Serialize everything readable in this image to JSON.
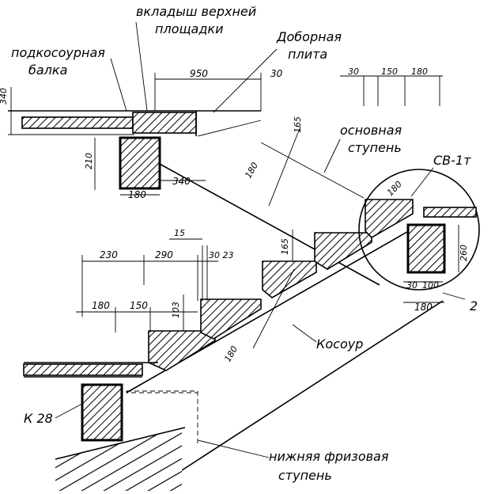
{
  "labels": {
    "top_inserts_line1": "вкладыш верхней",
    "top_inserts_line2": "площадки",
    "infill_slab_line1": "Доборная",
    "infill_slab_line2": "плита",
    "stringer_beam_line1": "подкосоурная",
    "stringer_beam_line2": "балка",
    "main_step_line1": "основная",
    "main_step_line2": "ступень",
    "stringer": "Косоур",
    "bottom_step_line1": "нижняя фризовая",
    "bottom_step_line2": "ступень",
    "lintel_upper": "СВ-1т",
    "lintel_lower": "К 28",
    "detail_mark": "2"
  },
  "dimensions": {
    "top_950": "950",
    "top_30": "30",
    "right_30": "30",
    "right_150": "150",
    "right_180": "180",
    "left_340": "340",
    "left_210": "210",
    "beam_340": "340",
    "beam_180": "180",
    "v_165": "165",
    "slope_180": "180",
    "det_180": "180",
    "det_260": "260",
    "det_30": "30",
    "det_100": "100",
    "det_bot_180": "180",
    "m_15": "15",
    "m_230": "230",
    "m_290": "290",
    "m_30_23": "30 23",
    "m_165": "165",
    "l_180": "180",
    "l_150": "150",
    "l_103": "103",
    "stringer_180": "180"
  }
}
